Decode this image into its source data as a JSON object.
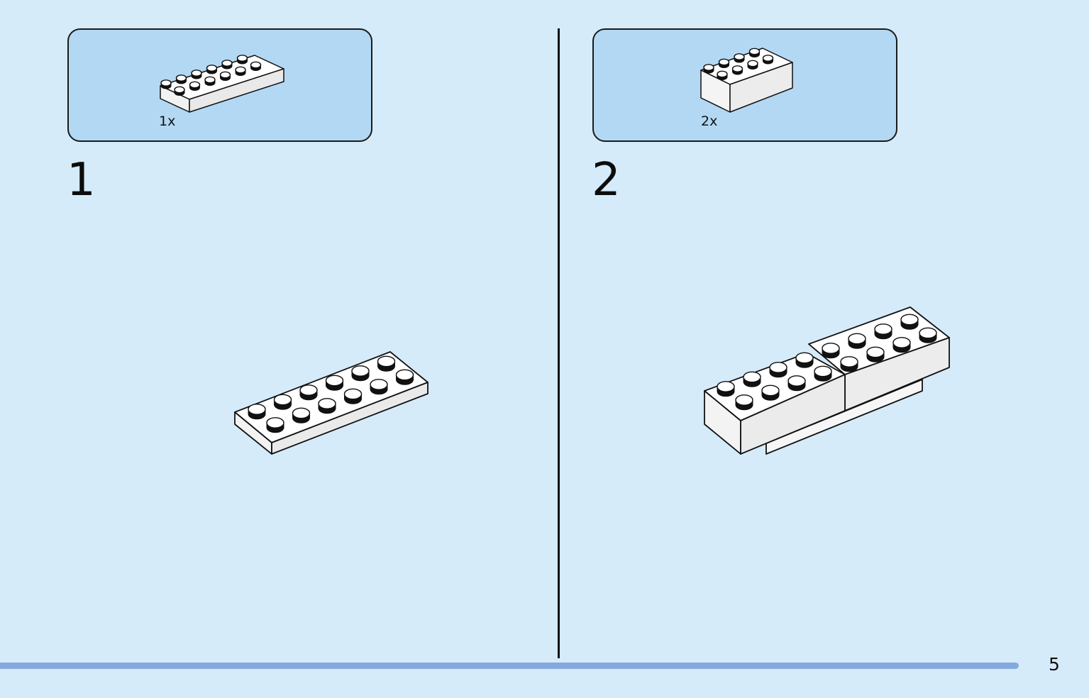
{
  "steps": [
    {
      "number": "1",
      "parts": [
        {
          "qty": "1x",
          "piece": "plate-2x6-white"
        }
      ]
    },
    {
      "number": "2",
      "parts": [
        {
          "qty": "2x",
          "piece": "brick-2x4-white"
        }
      ]
    }
  ],
  "footer": {
    "page_number": "5"
  },
  "colors": {
    "background": "#d5ebfa",
    "parts_box": "#b3d8f4",
    "page_bar": "#86a9dd",
    "piece_white": "#ffffff",
    "outline": "#111111"
  }
}
